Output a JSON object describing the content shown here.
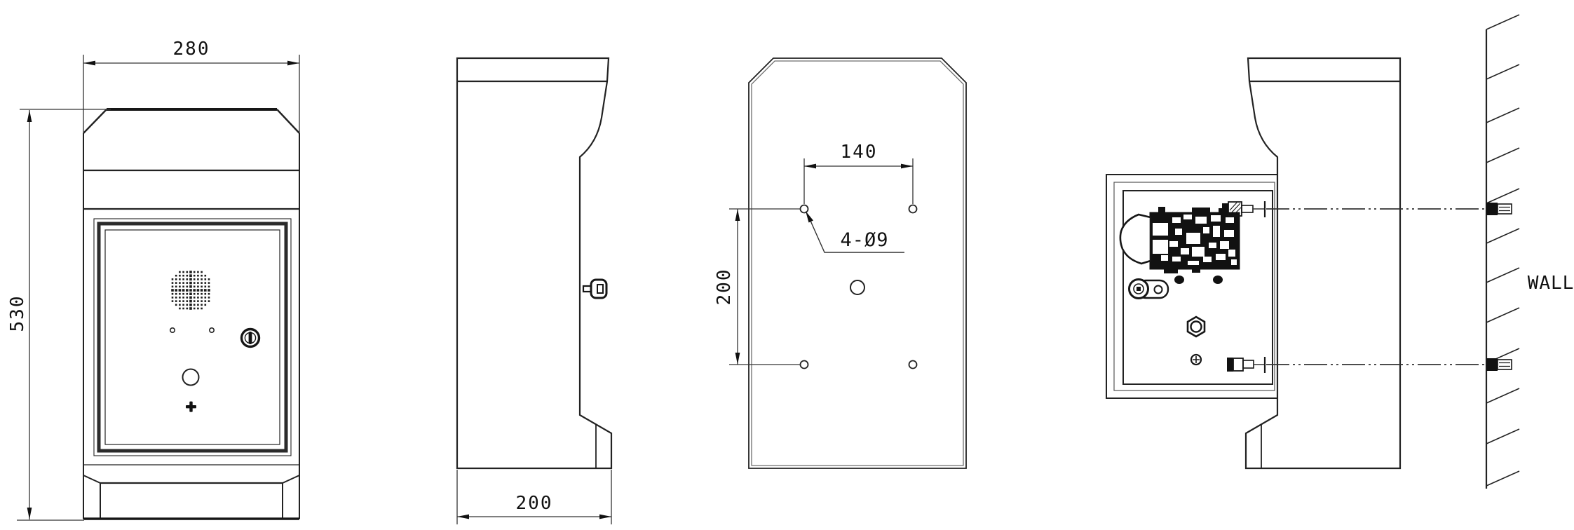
{
  "labels": {
    "front_width": "280",
    "front_height": "530",
    "side_depth": "200",
    "back_hole_spacing_x": "140",
    "back_hole_spacing_y": "200",
    "back_hole_callout": "4-Ø9",
    "wall": "WALL"
  },
  "colors": {
    "line": "#222222",
    "thick_line": "#161616",
    "dim_line": "#333333",
    "text": "#111111",
    "background": "#ffffff"
  }
}
